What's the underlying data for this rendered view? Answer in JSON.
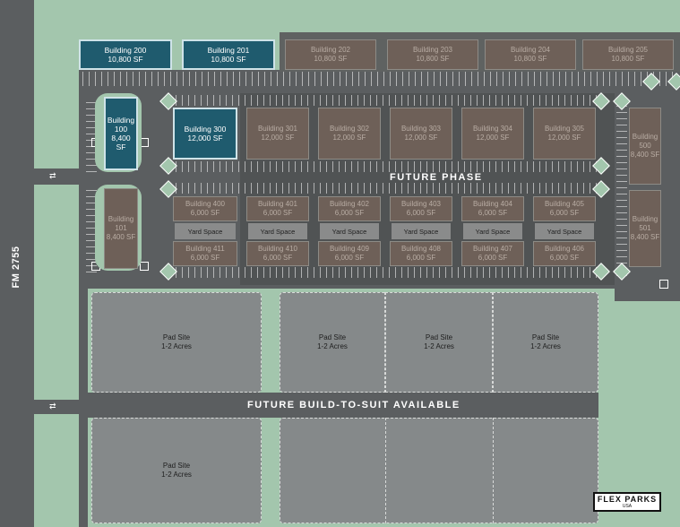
{
  "road_label": "FM 2755",
  "future_phase_label": "FUTURE PHASE",
  "future_bts_label": "FUTURE BUILD-TO-SUIT AVAILABLE",
  "logo": {
    "text": "FLEX PARKS",
    "sub": "USA"
  },
  "buildings_top": [
    {
      "name": "Building 200",
      "size": "10,800 SF",
      "status": "active"
    },
    {
      "name": "Building 201",
      "size": "10,800 SF",
      "status": "active"
    },
    {
      "name": "Building 202",
      "size": "10,800 SF",
      "status": "future"
    },
    {
      "name": "Building 203",
      "size": "10,800 SF",
      "status": "future"
    },
    {
      "name": "Building 204",
      "size": "10,800 SF",
      "status": "future"
    },
    {
      "name": "Building 205",
      "size": "10,800 SF",
      "status": "future"
    }
  ],
  "building_100": {
    "name_1": "Building",
    "name_2": "100",
    "size": "8,400 SF"
  },
  "building_101": {
    "name_1": "Building",
    "name_2": "101",
    "size": "8,400 SF"
  },
  "building_500": {
    "name_1": "Building",
    "name_2": "500",
    "size": "8,400 SF"
  },
  "building_501": {
    "name_1": "Building",
    "name_2": "501",
    "size": "8,400 SF"
  },
  "buildings_300": [
    {
      "name": "Building 300",
      "size": "12,000 SF",
      "status": "active"
    },
    {
      "name": "Building 301",
      "size": "12,000 SF",
      "status": "future"
    },
    {
      "name": "Building 302",
      "size": "12,000 SF",
      "status": "future"
    },
    {
      "name": "Building 303",
      "size": "12,000 SF",
      "status": "future"
    },
    {
      "name": "Building 304",
      "size": "12,000 SF",
      "status": "future"
    },
    {
      "name": "Building 305",
      "size": "12,000 SF",
      "status": "future"
    }
  ],
  "buildings_400": [
    {
      "name": "Building 400",
      "size": "6,000 SF"
    },
    {
      "name": "Building 401",
      "size": "6,000 SF"
    },
    {
      "name": "Building 402",
      "size": "6,000 SF"
    },
    {
      "name": "Building 403",
      "size": "6,000 SF"
    },
    {
      "name": "Building 404",
      "size": "6,000 SF"
    },
    {
      "name": "Building 405",
      "size": "6,000 SF"
    }
  ],
  "yard_label": "Yard Space",
  "buildings_410": [
    {
      "name": "Building 411",
      "size": "6,000 SF"
    },
    {
      "name": "Building 410",
      "size": "6,000 SF"
    },
    {
      "name": "Building 409",
      "size": "6,000 SF"
    },
    {
      "name": "Building 408",
      "size": "6,000 SF"
    },
    {
      "name": "Building 407",
      "size": "6,000 SF"
    },
    {
      "name": "Building 406",
      "size": "6,000 SF"
    }
  ],
  "pad": {
    "title": "Pad Site",
    "size": "1-2 Acres"
  },
  "colors": {
    "grass": "#a3c6ad",
    "road": "#5b5e60",
    "active": "#1f5b6e",
    "future": "#6e6058"
  }
}
